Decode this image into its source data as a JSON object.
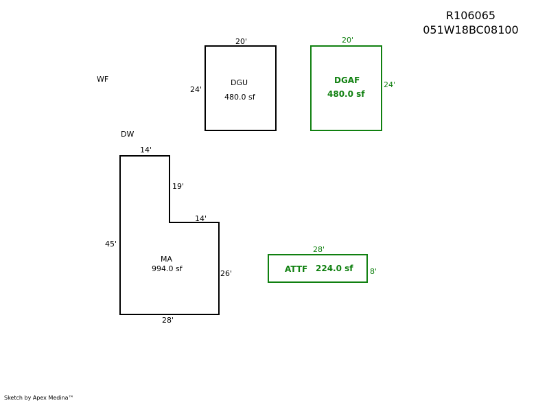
{
  "header": {
    "record_id": "R106065",
    "parcel_id": "051W18BC08100"
  },
  "colors": {
    "existing": "#000000",
    "feature": "#108010"
  },
  "labels": {
    "wf": "WF",
    "dw": "DW"
  },
  "areas": {
    "dgu": {
      "code": "DGU",
      "area": "480.0 sf",
      "dims": {
        "top": "20'",
        "left": "24'"
      }
    },
    "dgaf": {
      "code": "DGAF",
      "area": "480.0 sf",
      "dims": {
        "top": "20'",
        "right": "24'"
      }
    },
    "ma": {
      "code": "MA",
      "area": "994.0 sf",
      "dims": {
        "top": "14'",
        "step_vertical": "19'",
        "step_horizontal": "14'",
        "left": "45'",
        "right": "26'",
        "bottom": "28'"
      }
    },
    "attf": {
      "code": "ATTF",
      "area": "224.0 sf",
      "dims": {
        "top": "28'",
        "right": "8'"
      }
    }
  },
  "footer": {
    "credit": "Sketch by Apex Medina™"
  }
}
